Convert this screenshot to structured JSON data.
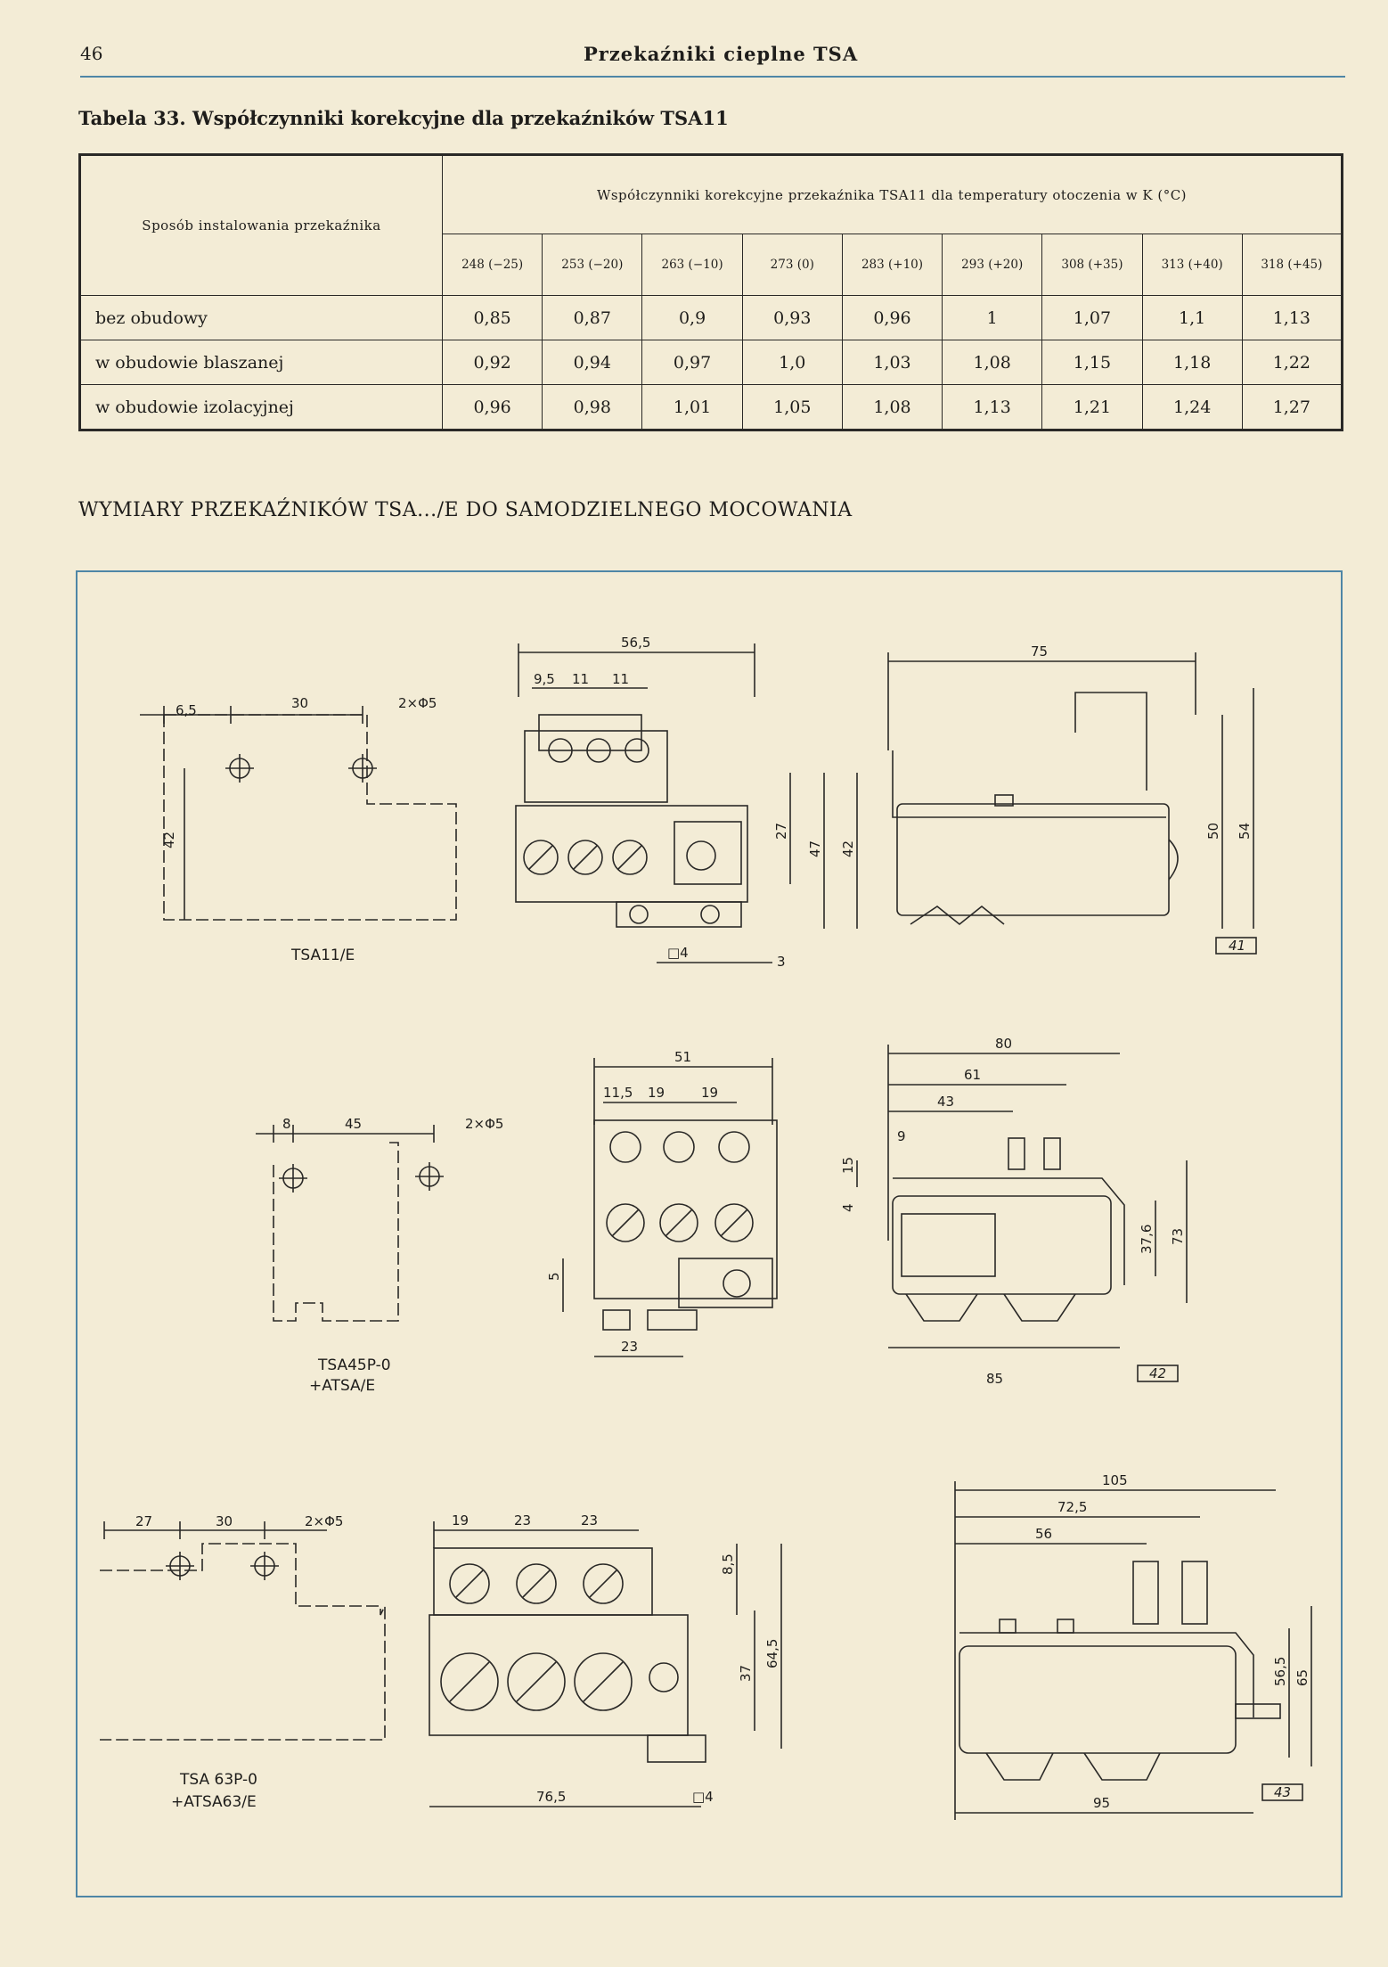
{
  "header": {
    "page_number": "46",
    "running_title": "Przekaźniki cieplne TSA"
  },
  "table": {
    "caption": "Tabela 33. Współczynniki korekcyjne dla przekaźników TSA11",
    "method_header": "Sposób instalowania przekaźnika",
    "coeff_header": "Współczynniki korekcyjne przekaźnika TSA11 dla temperatury otoczenia w K (°C)",
    "temperatures": [
      "248 (−25)",
      "253 (−20)",
      "263 (−10)",
      "273 (0)",
      "283 (+10)",
      "293 (+20)",
      "308 (+35)",
      "313 (+40)",
      "318 (+45)"
    ],
    "rows": [
      {
        "label": "bez obudowy",
        "values": [
          "0,85",
          "0,87",
          "0,9",
          "0,93",
          "0,96",
          "1",
          "1,07",
          "1,1",
          "1,13"
        ]
      },
      {
        "label": "w obudowie blaszanej",
        "values": [
          "0,92",
          "0,94",
          "0,97",
          "1,0",
          "1,03",
          "1,08",
          "1,15",
          "1,18",
          "1,22"
        ]
      },
      {
        "label": "w obudowie izolacyjnej",
        "values": [
          "0,96",
          "0,98",
          "1,01",
          "1,05",
          "1,08",
          "1,13",
          "1,21",
          "1,24",
          "1,27"
        ]
      }
    ]
  },
  "section_heading": "WYMIARY PRZEKAŹNIKÓW TSA.../E DO SAMODZIELNEGO MOCOWANIA",
  "drawings": {
    "row1": {
      "mount_dims": [
        "6,5",
        "30",
        "2×Φ5",
        "42"
      ],
      "mount_label": "TSA11/E",
      "front_dims": [
        "56,5",
        "9,5",
        "11",
        "11",
        "27",
        "47",
        "42",
        "□4",
        "3"
      ],
      "side_dims": [
        "75",
        "50",
        "54"
      ],
      "fig_no": "41"
    },
    "row2": {
      "mount_dims": [
        "8",
        "45",
        "2×Φ5"
      ],
      "mount_label_1": "TSA45P-0",
      "mount_label_2": "+ATSA/E",
      "front_dims": [
        "51",
        "11,5",
        "19",
        "19",
        "5",
        "23"
      ],
      "side_dims": [
        "80",
        "61",
        "43",
        "9",
        "15",
        "4",
        "37,6",
        "73",
        "85"
      ],
      "fig_no": "42"
    },
    "row3": {
      "mount_dims": [
        "27",
        "30",
        "2×Φ5"
      ],
      "mount_label_1": "TSA 63P-0",
      "mount_label_2": "+ATSA63/E",
      "front_dims": [
        "19",
        "23",
        "23",
        "8,5",
        "37",
        "64,5",
        "76,5",
        "□4"
      ],
      "side_dims": [
        "105",
        "72,5",
        "56",
        "56,5",
        "65",
        "95"
      ],
      "fig_no": "43"
    }
  }
}
